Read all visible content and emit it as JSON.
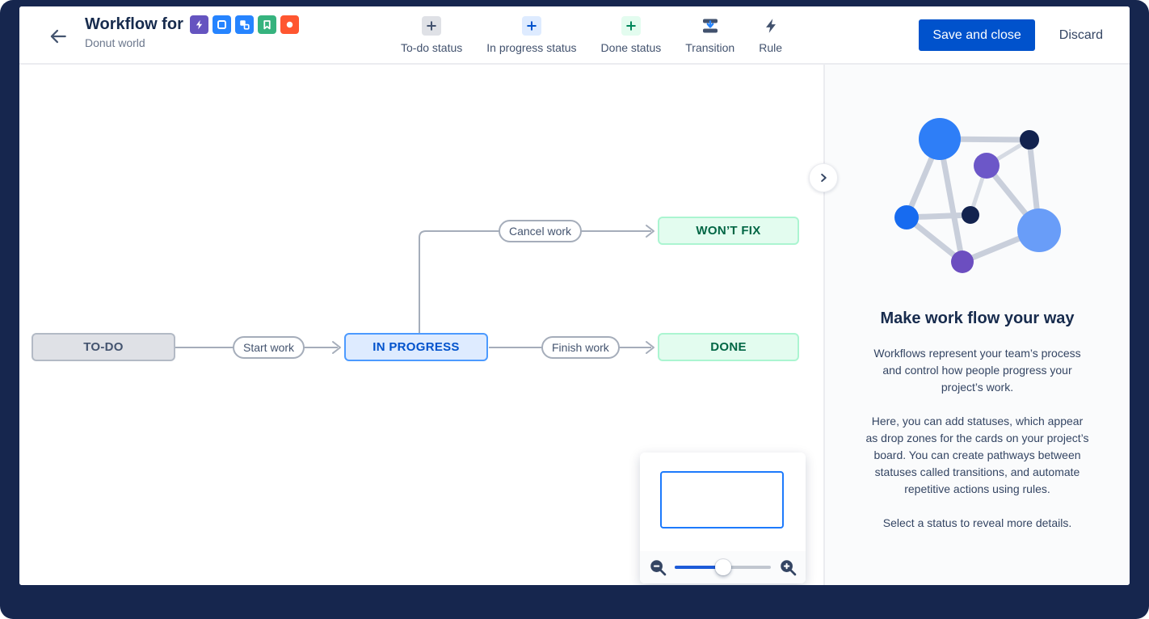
{
  "header": {
    "title": "Workflow for",
    "subtitle": "Donut world",
    "issue_type_icons": [
      {
        "name": "bolt-icon",
        "bg": "#6554C0"
      },
      {
        "name": "task-square-icon",
        "bg": "#2684FF"
      },
      {
        "name": "subtask-icon",
        "bg": "#2684FF"
      },
      {
        "name": "bookmark-icon",
        "bg": "#36B37E"
      },
      {
        "name": "circle-icon",
        "bg": "#FF5630"
      }
    ],
    "toolbar": [
      {
        "label": "To-do status",
        "icon": "plus-icon",
        "icon_bg": "#DFE1E6",
        "icon_color": "#42526E"
      },
      {
        "label": "In progress status",
        "icon": "plus-icon",
        "icon_bg": "#DEEBFF",
        "icon_color": "#0052CC"
      },
      {
        "label": "Done status",
        "icon": "plus-icon",
        "icon_bg": "#E3FCEF",
        "icon_color": "#00875A"
      },
      {
        "label": "Transition",
        "icon": "transition-icon"
      },
      {
        "label": "Rule",
        "icon": "lightning-icon"
      }
    ],
    "save_label": "Save and close",
    "discard_label": "Discard"
  },
  "workflow": {
    "statuses": [
      {
        "label": "TO-DO",
        "category": "todo"
      },
      {
        "label": "IN PROGRESS",
        "category": "inprogress"
      },
      {
        "label": "DONE",
        "category": "done"
      },
      {
        "label": "WON’T FIX",
        "category": "done"
      }
    ],
    "transitions": [
      {
        "label": "Start work",
        "from": "TO-DO",
        "to": "IN PROGRESS"
      },
      {
        "label": "Finish work",
        "from": "IN PROGRESS",
        "to": "DONE"
      },
      {
        "label": "Cancel work",
        "from": "IN PROGRESS",
        "to": "WON’T FIX"
      }
    ]
  },
  "sidebar": {
    "heading": "Make work flow your way",
    "paragraphs": [
      "Workflows represent your team’s process and control how people progress your project’s work.",
      "Here, you can add statuses, which appear as drop zones for the cards on your project’s board. You can create pathways between statuses called transitions, and automate repetitive actions using rules.",
      "Select a status to reveal more details."
    ]
  },
  "minimap": {
    "zoom_percent": 50
  },
  "colors": {
    "primary_blue": "#0052CC",
    "node_todo_bg": "#DFE1E6",
    "node_inprogress_bg": "#DEEBFF",
    "node_done_bg": "#E3FCEF",
    "edge_gray": "#A5ADBA",
    "frame_navy": "#16264E"
  }
}
